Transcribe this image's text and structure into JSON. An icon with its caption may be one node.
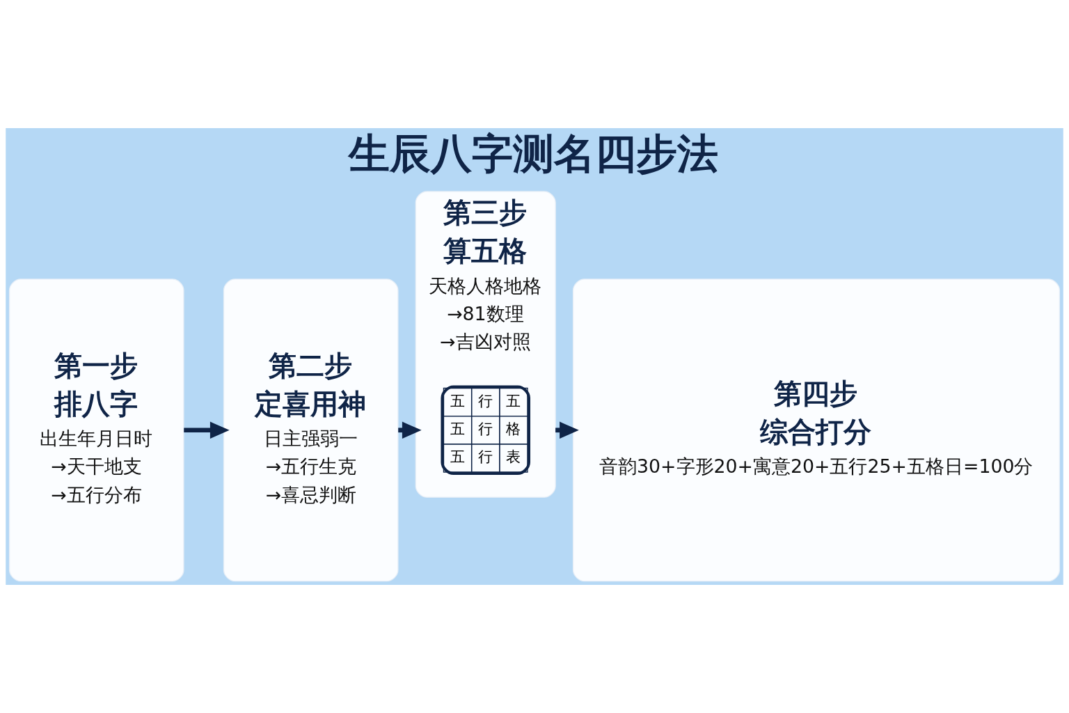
{
  "diagram": {
    "title": "生辰八字测名四步法",
    "nodes": [
      {
        "text": [
          "第一步",
          "排八字",
          "出生年月日时",
          "→天干地支",
          "→五行分布"
        ]
      },
      {
        "text": [
          "第二步",
          "定喜用神",
          "日主强弱一",
          "→五行生克",
          "→喜忌判断"
        ]
      },
      {
        "text": [
          "第三步",
          "算五格",
          "天格人格地格",
          "→81数理",
          "→吉凶对照"
        ]
      },
      {
        "text": [
          "第四步",
          "综合打分",
          "音韵30+字形20+寓意20+五行25+五格日=100分"
        ]
      },
      {
        "text": [
          "五",
          "行",
          "五",
          "五",
          "行",
          "格",
          "五",
          "行",
          "表"
        ],
        "in": 2
      }
    ],
    "edges": [
      {
        "from": 0,
        "to": 1,
        "arrow": "to"
      },
      {
        "from": 1,
        "to": 2,
        "arrow": "to"
      },
      {
        "from": 2,
        "to": 3,
        "arrow": "to"
      }
    ]
  }
}
